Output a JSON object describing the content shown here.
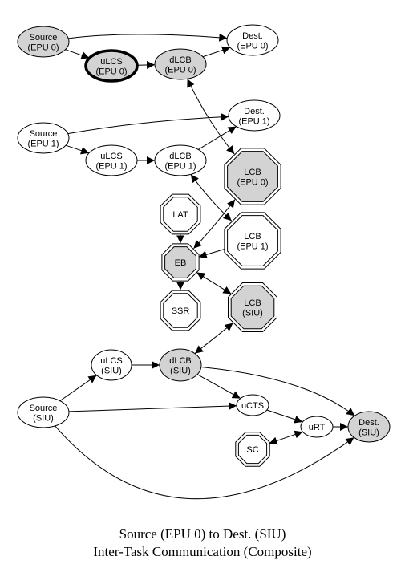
{
  "colors": {
    "highlight_fill": "#d3d3d3",
    "plain_fill": "#ffffff",
    "stroke": "#000000"
  },
  "nodes": {
    "src_epu0": {
      "shape": "ellipse",
      "fill": "gray",
      "bold": false,
      "lines": [
        "Source",
        "(EPU 0)"
      ]
    },
    "dest_epu0": {
      "shape": "ellipse",
      "fill": "white",
      "bold": false,
      "lines": [
        "Dest.",
        "(EPU 0)"
      ]
    },
    "ulcs_epu0": {
      "shape": "ellipse",
      "fill": "gray",
      "bold": true,
      "lines": [
        "uLCS",
        "(EPU 0)"
      ]
    },
    "dlcb_epu0": {
      "shape": "ellipse",
      "fill": "gray",
      "bold": false,
      "lines": [
        "dLCB",
        "(EPU 0)"
      ]
    },
    "src_epu1": {
      "shape": "ellipse",
      "fill": "white",
      "bold": false,
      "lines": [
        "Source",
        "(EPU 1)"
      ]
    },
    "dest_epu1": {
      "shape": "ellipse",
      "fill": "white",
      "bold": false,
      "lines": [
        "Dest.",
        "(EPU 1)"
      ]
    },
    "ulcs_epu1": {
      "shape": "ellipse",
      "fill": "white",
      "bold": false,
      "lines": [
        "uLCS",
        "(EPU 1)"
      ]
    },
    "dlcb_epu1": {
      "shape": "ellipse",
      "fill": "white",
      "bold": false,
      "lines": [
        "dLCB",
        "(EPU 1)"
      ]
    },
    "lcb_epu0": {
      "shape": "octagon",
      "fill": "gray",
      "bold": false,
      "lines": [
        "LCB",
        "(EPU 0)"
      ]
    },
    "lat": {
      "shape": "octagon",
      "fill": "white",
      "bold": false,
      "lines": [
        "LAT"
      ]
    },
    "lcb_epu1": {
      "shape": "octagon",
      "fill": "white",
      "bold": false,
      "lines": [
        "LCB",
        "(EPU 1)"
      ]
    },
    "eb": {
      "shape": "octagon",
      "fill": "gray",
      "bold": false,
      "lines": [
        "EB"
      ]
    },
    "ssr": {
      "shape": "octagon",
      "fill": "white",
      "bold": false,
      "lines": [
        "SSR"
      ]
    },
    "lcb_siu": {
      "shape": "octagon",
      "fill": "gray",
      "bold": false,
      "lines": [
        "LCB",
        "(SIU)"
      ]
    },
    "ulcs_siu": {
      "shape": "ellipse",
      "fill": "white",
      "bold": false,
      "lines": [
        "uLCS",
        "(SIU)"
      ]
    },
    "dlcb_siu": {
      "shape": "ellipse",
      "fill": "gray",
      "bold": false,
      "lines": [
        "dLCB",
        "(SIU)"
      ]
    },
    "src_siu": {
      "shape": "ellipse",
      "fill": "white",
      "bold": false,
      "lines": [
        "Source",
        "(SIU)"
      ]
    },
    "ucts": {
      "shape": "ellipse",
      "fill": "white",
      "bold": false,
      "lines": [
        "uCTS"
      ]
    },
    "urt": {
      "shape": "ellipse",
      "fill": "white",
      "bold": false,
      "lines": [
        "uRT"
      ]
    },
    "dest_siu": {
      "shape": "ellipse",
      "fill": "gray",
      "bold": false,
      "lines": [
        "Dest.",
        "(SIU)"
      ]
    },
    "sc": {
      "shape": "octagon",
      "fill": "white",
      "bold": false,
      "lines": [
        "SC"
      ]
    }
  },
  "edges": [
    {
      "from": "src_epu0",
      "to": "dest_epu0",
      "dir": "forward"
    },
    {
      "from": "src_epu0",
      "to": "ulcs_epu0",
      "dir": "forward"
    },
    {
      "from": "ulcs_epu0",
      "to": "dlcb_epu0",
      "dir": "forward"
    },
    {
      "from": "dlcb_epu0",
      "to": "dest_epu0",
      "dir": "forward"
    },
    {
      "from": "dlcb_epu0",
      "to": "lcb_epu0",
      "dir": "both"
    },
    {
      "from": "src_epu1",
      "to": "dest_epu1",
      "dir": "forward"
    },
    {
      "from": "src_epu1",
      "to": "ulcs_epu1",
      "dir": "forward"
    },
    {
      "from": "ulcs_epu1",
      "to": "dlcb_epu1",
      "dir": "forward"
    },
    {
      "from": "dlcb_epu1",
      "to": "dest_epu1",
      "dir": "forward"
    },
    {
      "from": "dlcb_epu1",
      "to": "lcb_epu1",
      "dir": "both"
    },
    {
      "from": "lcb_epu0",
      "to": "eb",
      "dir": "both"
    },
    {
      "from": "lat",
      "to": "eb",
      "dir": "forward"
    },
    {
      "from": "lcb_epu1",
      "to": "eb",
      "dir": "forward"
    },
    {
      "from": "eb",
      "to": "ssr",
      "dir": "forward"
    },
    {
      "from": "eb",
      "to": "lcb_siu",
      "dir": "both"
    },
    {
      "from": "lcb_siu",
      "to": "dlcb_siu",
      "dir": "both"
    },
    {
      "from": "ulcs_siu",
      "to": "dlcb_siu",
      "dir": "forward"
    },
    {
      "from": "src_siu",
      "to": "ulcs_siu",
      "dir": "forward"
    },
    {
      "from": "src_siu",
      "to": "ucts",
      "dir": "forward"
    },
    {
      "from": "dlcb_siu",
      "to": "ucts",
      "dir": "forward"
    },
    {
      "from": "dlcb_siu",
      "to": "dest_siu",
      "dir": "forward"
    },
    {
      "from": "ucts",
      "to": "urt",
      "dir": "forward"
    },
    {
      "from": "urt",
      "to": "dest_siu",
      "dir": "forward"
    },
    {
      "from": "sc",
      "to": "urt",
      "dir": "both"
    },
    {
      "from": "src_siu",
      "to": "dest_siu",
      "dir": "forward"
    }
  ],
  "caption": {
    "line1": "Source (EPU 0) to Dest. (SIU)",
    "line2": "Inter-Task Communication (Composite)"
  }
}
